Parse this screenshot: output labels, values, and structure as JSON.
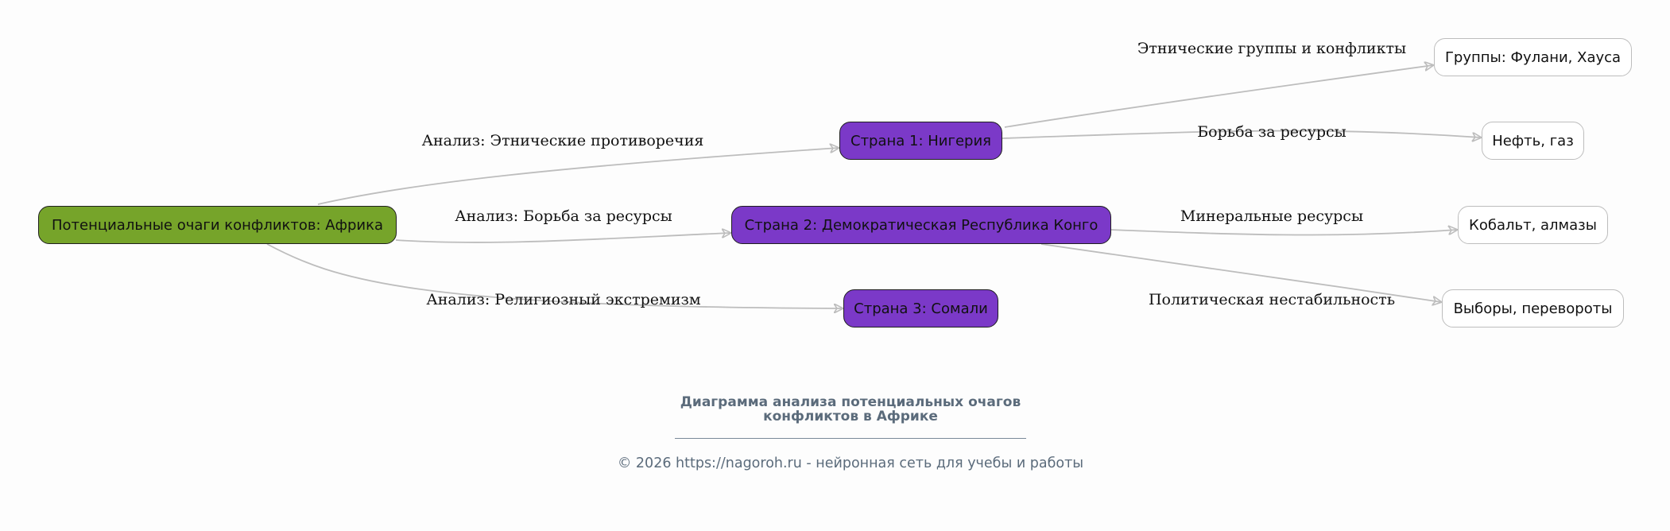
{
  "diagram": {
    "root": "Потенциальные очаги конфликтов: Африка",
    "countries": [
      "Страна 1: Нигерия",
      "Страна 2: Демократическая Республика Конго",
      "Страна 3: Сомали"
    ],
    "leaves": [
      "Группы: Фулани, Хауса",
      "Нефть, газ",
      "Кобальт, алмазы",
      "Выборы, перевороты"
    ],
    "edge_labels": {
      "root_to_c1": "Анализ: Этнические противоречия",
      "root_to_c2": "Анализ: Борьба за ресурсы",
      "root_to_c3": "Анализ: Религиозный экстремизм",
      "c1_to_l1": "Этнические группы и конфликты",
      "c1_to_l2": "Борьба за ресурсы",
      "c2_to_l3": "Минеральные ресурсы",
      "c2_to_l4": "Политическая нестабильность"
    },
    "colors": {
      "root_fill": "#76a42a",
      "country_fill": "#7b39c8",
      "leaf_fill": "#ffffff",
      "edge": "#bdbdbd"
    }
  },
  "footer": {
    "caption": "Диаграмма анализа потенциальных очагов конфликтов в Африке",
    "copyright": "© 2026 https://nagoroh.ru - нейронная сеть для учебы и работы"
  }
}
